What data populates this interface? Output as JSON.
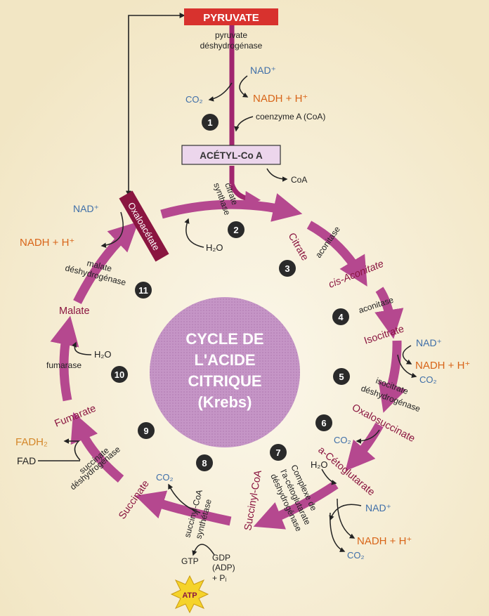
{
  "title": {
    "line1": "CYCLE DE",
    "line2": "L'ACIDE",
    "line3": "CITRIQUE",
    "line4": "(Krebs)"
  },
  "pyruvate": {
    "label": "PYRUVATE",
    "enzyme_line1": "pyruvate",
    "enzyme_line2": "déshydrogénase"
  },
  "step1": {
    "nad": "NAD⁺",
    "co2": "CO₂",
    "nadh": "NADH + H⁺",
    "coa": "coenzyme A (CoA)"
  },
  "acetyl": {
    "label": "ACÉTYL-Co A",
    "coa_out": "CoA"
  },
  "metabolites": {
    "oxaloacetate": "Oxaloacétate",
    "citrate": "Citrate",
    "cis_aconitate": "cis-Aconitate",
    "isocitrate": "Isocitrate",
    "oxalosuccinate": "Oxalosuccinate",
    "a_cetoglutarate": "a-Cétoglutarate",
    "succinyl_coa": "Succinyl-CoA",
    "succinate": "Succinate",
    "fumarate": "Fumarate",
    "malate": "Malate"
  },
  "enzymes": {
    "citrate_synthase_1": "citrate",
    "citrate_synthase_2": "synthase",
    "aconitase_a": "aconitase",
    "aconitase_b": "aconitase",
    "isocitrate_dh_1": "isocitrate",
    "isocitrate_dh_2": "déshydrogénase",
    "complex_1": "Complexe de",
    "complex_2": "l'a-cétoglutarate",
    "complex_3": "déshydrogénase",
    "succinyl_synth_1": "succinyl-CoA",
    "succinyl_synth_2": "synthétase",
    "succinate_dh_1": "succinate",
    "succinate_dh_2": "déshydrogénase",
    "fumarase": "fumarase",
    "malate_dh_1": "malate",
    "malate_dh_2": "déshydrogénase"
  },
  "cofactors": {
    "h2o_citrate": "H₂O",
    "nad_isocitrate": "NAD⁺",
    "nadh_isocitrate": "NADH + H⁺",
    "co2_isocitrate": "CO₂",
    "co2_oxalosuccinate": "CO₂",
    "h2o_keto": "H₂O",
    "nad_keto": "NAD⁺",
    "nadh_keto": "NADH + H⁺",
    "co2_keto": "CO₂",
    "co2_succinyl": "CO₂",
    "gtp": "GTP",
    "gdp_1": "GDP",
    "gdp_2": "(ADP)",
    "gdp_3": "+ Pᵢ",
    "atp": "ATP",
    "fadh2": "FADH₂",
    "fad": "FAD",
    "h2o_fumarase": "H₂O",
    "nad_malate": "NAD⁺",
    "nadh_malate": "NADH + H⁺"
  },
  "steps": [
    "1",
    "2",
    "3",
    "4",
    "5",
    "6",
    "7",
    "8",
    "9",
    "10",
    "11"
  ],
  "colors": {
    "background": "#f6efd8",
    "cycle": "#b5488f",
    "arrow": "#a0266f",
    "label": "#8a1540",
    "pyruvate_box": "#d8322e",
    "acetyl_box": "#ecd6ec",
    "center": "#c493c5",
    "nad": "#3e6ea8",
    "nadh": "#d86418",
    "fadh": "#d4872a",
    "atp": "#f5d32a"
  }
}
